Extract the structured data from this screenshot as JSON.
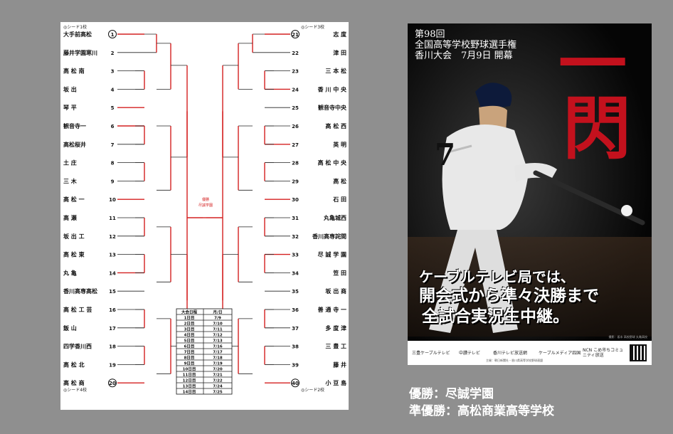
{
  "bracket": {
    "left_teams": [
      {
        "name": "大手前高松",
        "num": "1"
      },
      {
        "name": "藤井学園寒川",
        "num": "2"
      },
      {
        "name": "高 松 南",
        "num": "3"
      },
      {
        "name": "坂 出",
        "num": "4"
      },
      {
        "name": "琴 平",
        "num": "5"
      },
      {
        "name": "観音寺一",
        "num": "6"
      },
      {
        "name": "高松桜井",
        "num": "7"
      },
      {
        "name": "土 庄",
        "num": "8"
      },
      {
        "name": "三 木",
        "num": "9"
      },
      {
        "name": "高 松 一",
        "num": "10"
      },
      {
        "name": "高 瀬",
        "num": "11"
      },
      {
        "name": "坂 出 工",
        "num": "12"
      },
      {
        "name": "高 松 東",
        "num": "13"
      },
      {
        "name": "丸 亀",
        "num": "14"
      },
      {
        "name": "香川高専高松",
        "num": "15"
      },
      {
        "name": "高 松 工 芸",
        "num": "16"
      },
      {
        "name": "飯 山",
        "num": "17"
      },
      {
        "name": "四学香川西",
        "num": "18"
      },
      {
        "name": "高 松 北",
        "num": "19"
      },
      {
        "name": "高 松 商",
        "num": "20"
      }
    ],
    "right_teams": [
      {
        "name": "志 度",
        "num": "21"
      },
      {
        "name": "津 田",
        "num": "22"
      },
      {
        "name": "三 本 松",
        "num": "23"
      },
      {
        "name": "香 川 中 央",
        "num": "24"
      },
      {
        "name": "観音寺中央",
        "num": "25"
      },
      {
        "name": "高 松 西",
        "num": "26"
      },
      {
        "name": "英 明",
        "num": "27"
      },
      {
        "name": "高 松 中 央",
        "num": "28"
      },
      {
        "name": "高 松",
        "num": "29"
      },
      {
        "name": "石 田",
        "num": "30"
      },
      {
        "name": "丸亀城西",
        "num": "31"
      },
      {
        "name": "香川高専詫間",
        "num": "32"
      },
      {
        "name": "尽 誠 学 園",
        "num": "33"
      },
      {
        "name": "笠 田",
        "num": "34"
      },
      {
        "name": "坂 出 商",
        "num": "35"
      },
      {
        "name": "善 通 寺 一",
        "num": "36"
      },
      {
        "name": "多 度 津",
        "num": "37"
      },
      {
        "name": "三 豊 工",
        "num": "38"
      },
      {
        "name": "藤 井",
        "num": "39"
      },
      {
        "name": "小 豆 島",
        "num": "40"
      }
    ],
    "seeds": {
      "top_left": "◎シード1校",
      "bottom_left": "◎シード4校",
      "top_right": "◎シード3校",
      "bottom_right": "◎シード2校"
    },
    "champion_box": {
      "line1": "優勝",
      "line2": "尽誠学園"
    },
    "schedule": {
      "headers": [
        "大会日程",
        "月/日"
      ],
      "rows": [
        [
          "1日目",
          "7/9"
        ],
        [
          "2日目",
          "7/10"
        ],
        [
          "3日目",
          "7/11"
        ],
        [
          "4日目",
          "7/12"
        ],
        [
          "5日目",
          "7/13"
        ],
        [
          "6日目",
          "7/16"
        ],
        [
          "7日目",
          "7/17"
        ],
        [
          "8日目",
          "7/18"
        ],
        [
          "9日目",
          "7/19"
        ],
        [
          "10日目",
          "7/20"
        ],
        [
          "11日目",
          "7/21"
        ],
        [
          "12日目",
          "7/22"
        ],
        [
          "13日目",
          "7/24"
        ],
        [
          "14日目",
          "7/25"
        ]
      ]
    },
    "colors": {
      "winner_line": "#d42020",
      "line": "#222222"
    }
  },
  "poster": {
    "title_lines": [
      "第98回",
      "全国高等学校野球選手権",
      "香川大会　7月9日 開幕"
    ],
    "big_kanji_1": "一",
    "big_kanji_2": "閃",
    "jersey_number": "7",
    "callout_lines": [
      "ケーブルテレビ局では、",
      "開会式から準々決勝まで",
      "全試合実況生中継。"
    ],
    "photo_credit": "撮影：坂本 高校野球 丸亀高校",
    "sponsors": [
      "三豊ケーブルテレビ",
      "中讃テレビ",
      "香川テレビ放送網",
      "ケーブルメディア四国",
      "NCN こめ市ちコミュニティ放送"
    ],
    "sponsor_subline": "主催：朝日新聞社・香川県高等学校野球連盟"
  },
  "result": {
    "winner": "優勝：尽誠学園",
    "runner_up": "準優勝：高松商業高等学校"
  }
}
